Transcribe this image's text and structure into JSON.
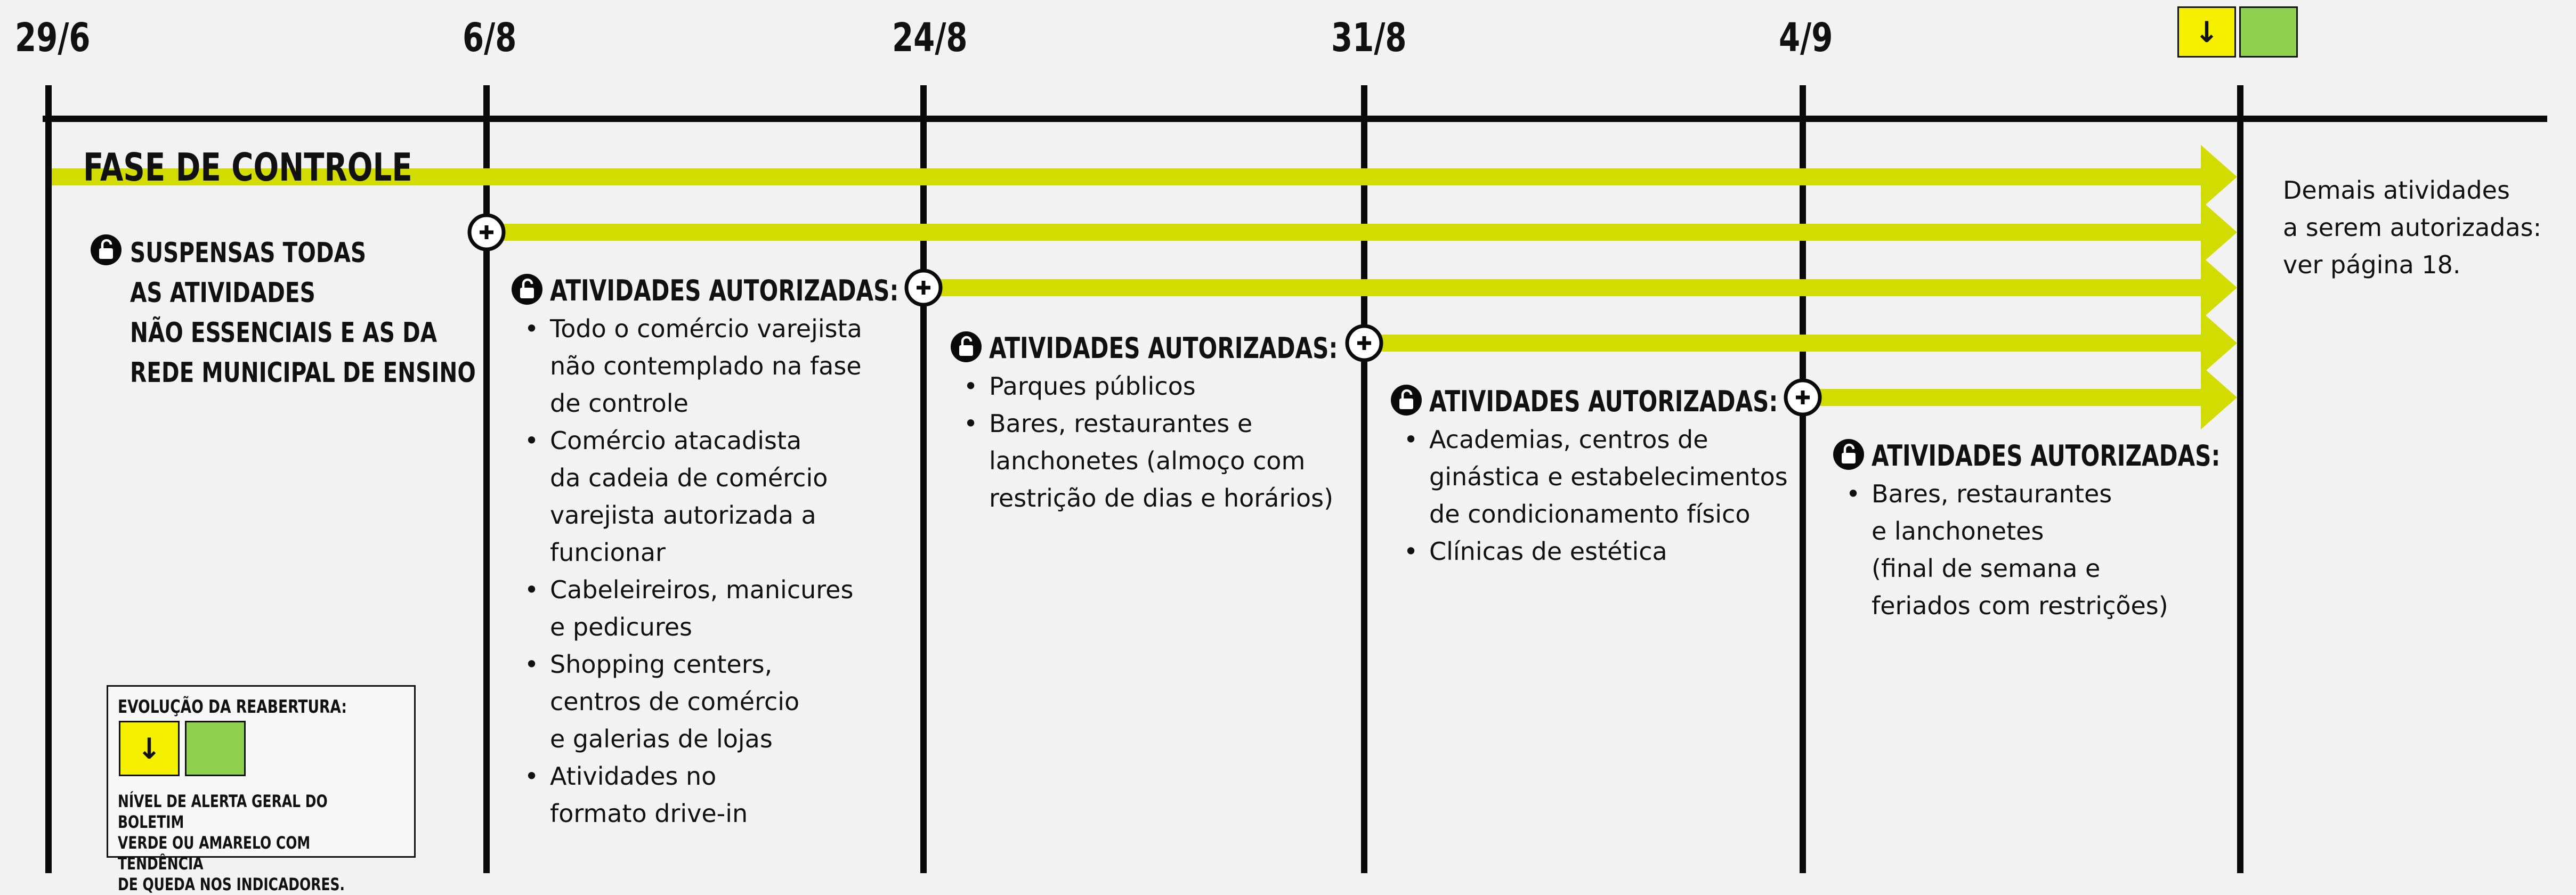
{
  "colors": {
    "background": "#f2f2f2",
    "arrow": "#d3dc00",
    "line": "#0a0a0a",
    "alert_yellow": "#f5f000",
    "alert_green": "#8fd14f"
  },
  "timeline": {
    "dates": [
      "29/6",
      "6/8",
      "24/8",
      "31/8",
      "4/9"
    ],
    "phase_label": "FASE DE CONTROLE",
    "suspended_text": "SUSPENSAS TODAS\nAS ATIVIDADES\nNÃO ESSENCIAIS E AS DA\nREDE MUNICIPAL DE ENSINO"
  },
  "stages": [
    {
      "heading": "ATIVIDADES AUTORIZADAS:",
      "items": [
        "Todo o comércio varejista\nnão contemplado na fase\nde controle",
        "Comércio atacadista\nda cadeia de comércio\nvarejista autorizada a\nfuncionar",
        "Cabeleireiros, manicures\ne pedicures",
        "Shopping centers,\ncentros de comércio\ne galerias de lojas",
        "Atividades no\nformato drive-in"
      ]
    },
    {
      "heading": "ATIVIDADES AUTORIZADAS:",
      "items": [
        "Parques públicos",
        "Bares, restaurantes e\nlanchonetes (almoço com\nrestrição de dias e horários)"
      ]
    },
    {
      "heading": "ATIVIDADES AUTORIZADAS:",
      "items": [
        "Academias, centros de\nginástica e estabelecimentos\nde condicionamento físico",
        "Clínicas de estética"
      ]
    },
    {
      "heading": "ATIVIDADES AUTORIZADAS:",
      "items": [
        "Bares, restaurantes\ne lanchonetes\n(final de semana e\nferiados com restrições)"
      ]
    }
  ],
  "end_note": "Demais atividades\na serem autorizadas:\nver página 18.",
  "legend": {
    "title": "EVOLUÇÃO DA REABERTURA:",
    "arrow_symbol": "↓",
    "description": "NÍVEL DE ALERTA GERAL DO BOLETIM\nVERDE OU AMARELO COM TENDÊNCIA\nDE QUEDA NOS INDICADORES."
  },
  "icons": {
    "lock": "open-lock-icon",
    "plus": "plus-circle-icon",
    "arrow_down": "arrow-down-icon"
  }
}
